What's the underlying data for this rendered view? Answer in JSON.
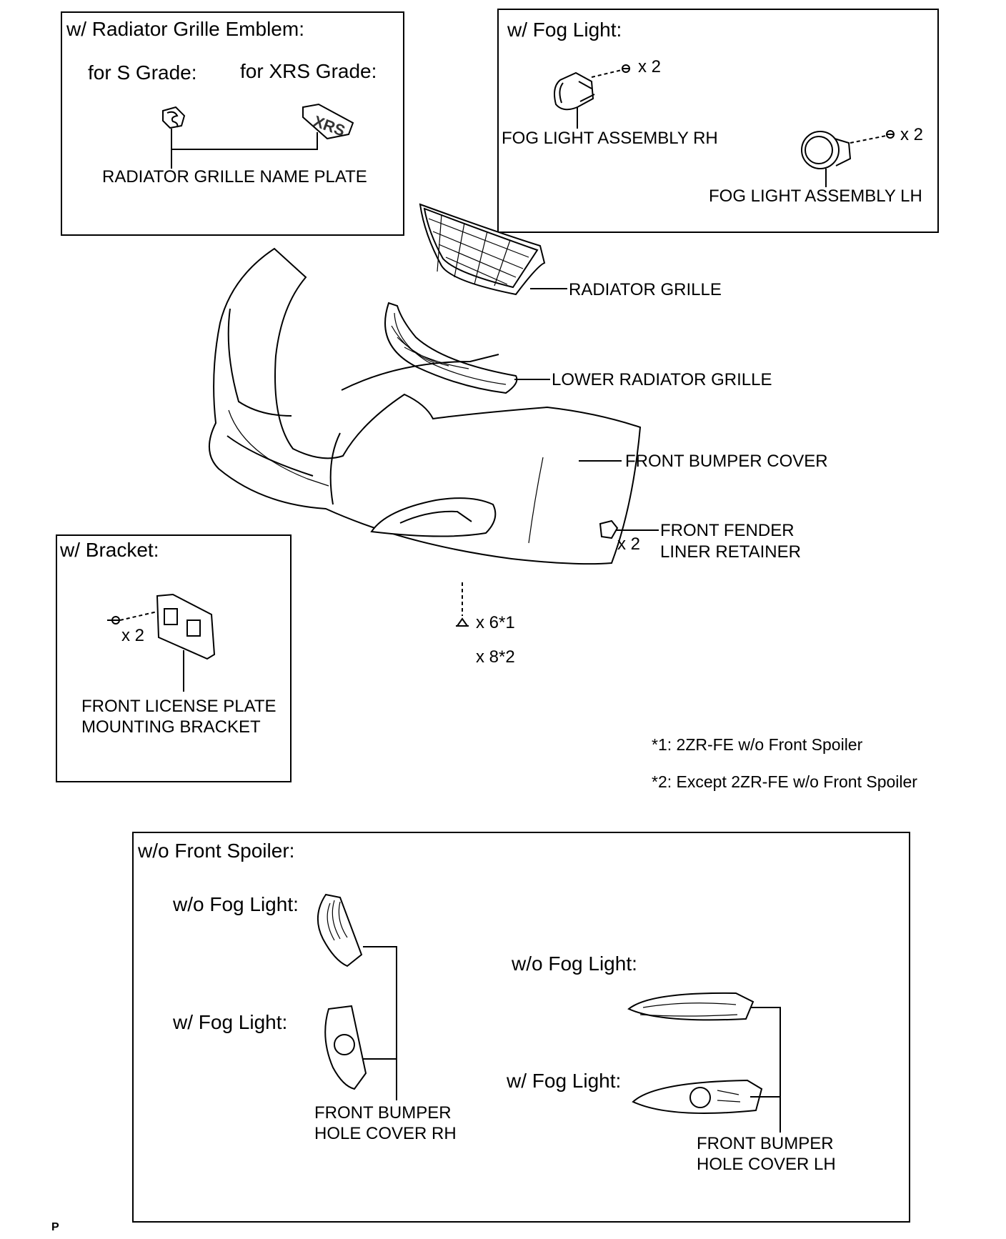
{
  "panels": {
    "emblem": {
      "title": "w/ Radiator Grille Emblem:",
      "s_grade": "for S Grade:",
      "xrs_grade": "for XRS Grade:",
      "part": "RADIATOR GRILLE NAME PLATE",
      "badge_text": "XRS"
    },
    "fog_light": {
      "title": "w/ Fog Light:",
      "rh_part": "FOG LIGHT ASSEMBLY RH",
      "lh_part": "FOG LIGHT ASSEMBLY LH",
      "rh_qty": "x 2",
      "lh_qty": "x 2"
    },
    "bracket": {
      "title": "w/ Bracket:",
      "qty": "x 2",
      "part_line1": "FRONT LICENSE PLATE",
      "part_line2": "MOUNTING BRACKET"
    },
    "front_spoiler": {
      "title": "w/o Front Spoiler:",
      "rh_wo_fog": "w/o Fog Light:",
      "rh_w_fog": "w/ Fog Light:",
      "rh_part_line1": "FRONT BUMPER",
      "rh_part_line2": "HOLE COVER RH",
      "lh_wo_fog": "w/o Fog Light:",
      "lh_w_fog": "w/ Fog Light:",
      "lh_part_line1": "FRONT BUMPER",
      "lh_part_line2": "HOLE COVER LH"
    }
  },
  "main": {
    "radiator_grille": "RADIATOR GRILLE",
    "lower_radiator_grille": "LOWER RADIATOR GRILLE",
    "front_bumper_cover": "FRONT BUMPER COVER",
    "fender_retainer_line1": "FRONT FENDER",
    "fender_retainer_line2": "LINER RETAINER",
    "fender_retainer_qty": "x 2",
    "clip_qty_1": "x 6*1",
    "clip_qty_2": "x 8*2"
  },
  "notes": {
    "note1": "*1: 2ZR-FE w/o Front Spoiler",
    "note2": "*2: Except 2ZR-FE w/o Front Spoiler"
  },
  "footer": {
    "page_marker": "P"
  }
}
